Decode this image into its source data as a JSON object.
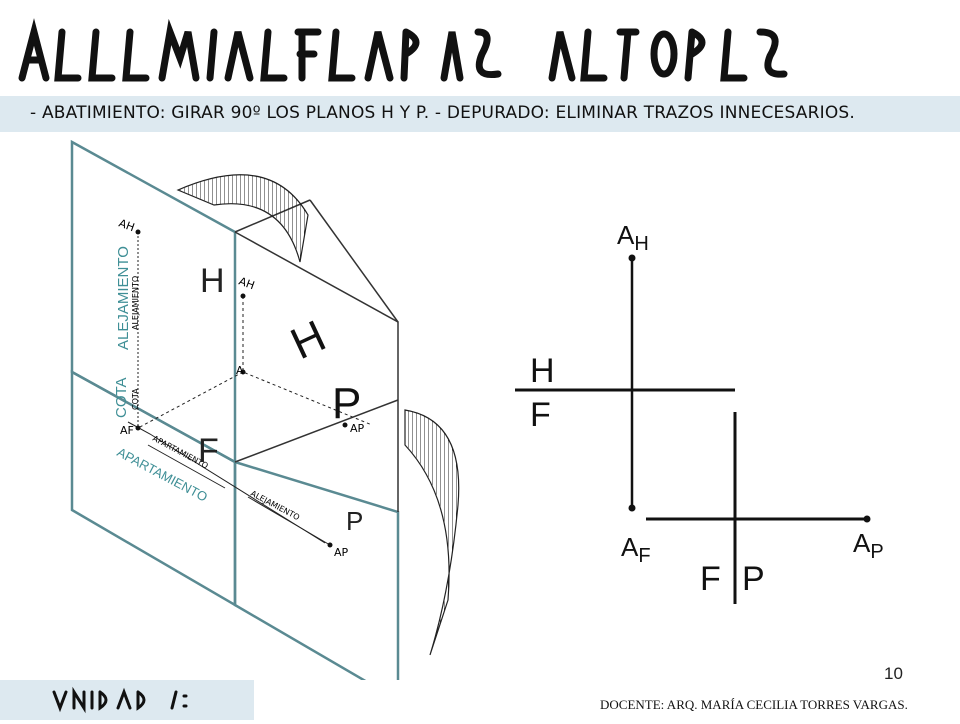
{
  "header": {
    "title_glyphs": "",
    "subtitle": "- ABATIMIENTO: GIRAR 90º LOS PLANOS H Y P. - DEPURADO: ELIMINAR TRAZOS INNECESARIOS."
  },
  "iso_view": {
    "label_AH_top": "AH",
    "label_AH_inner": "AH",
    "label_A": "A",
    "label_AF": "AF",
    "label_AP_inner": "AP",
    "label_AP_bottom": "AP",
    "alejamiento_big": "ALEJAMIENTO",
    "alejamiento_small": "ALEJAMIENTO",
    "alejamiento_bottom": "ALEJAMIENTO",
    "cota_big": "COTA",
    "cota_small": "COTA",
    "apartamiento_big": "APARTAMIENTO",
    "apartamiento_small": "APARTAMIENTO",
    "plane_H": "H",
    "plane_P": "P",
    "plane_F": "F",
    "plane_P_bottom": "P",
    "plane_H_panel": "H"
  },
  "flat_view": {
    "label_A": "A",
    "sub_H": "H",
    "sub_F": "F",
    "sub_P": "P",
    "HF_top": "H",
    "HF_bottom": "F",
    "FP_left": "F",
    "FP_right": "P"
  },
  "footer": {
    "page_number": "10",
    "docente": "DOCENTE: ARQ. MARÍA CECILIA TORRES VARGAS.",
    "institution_glyphs": ""
  },
  "colors": {
    "band": "#dde9f0",
    "plane_edge": "#5a8a92",
    "label_teal": "#3f8f96",
    "ink": "#111111"
  }
}
